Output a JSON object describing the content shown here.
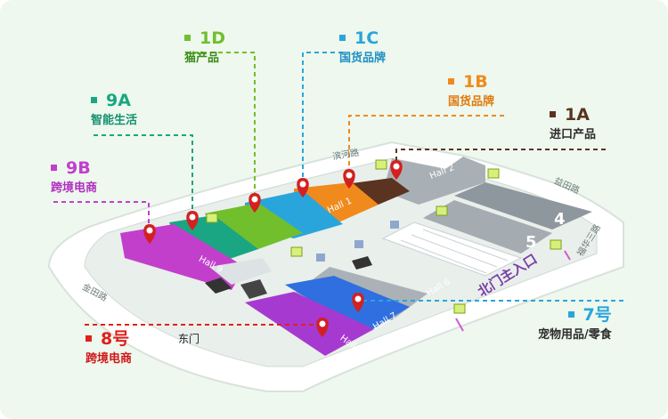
{
  "colors": {
    "green": "#71bf2c",
    "blue": "#2aa5dc",
    "orange": "#f08a1c",
    "brown": "#5a3420",
    "teal": "#1aa683",
    "magenta": "#c23fcc",
    "red": "#e0201b",
    "hall7_blue": "#2f6fe0",
    "road": "#e6ede8",
    "marker_red": "#d32020"
  },
  "zones": [
    {
      "code": "1D",
      "name": "猫产品",
      "color": "#71bf2c"
    },
    {
      "code": "1C",
      "name": "国货品牌",
      "color": "#2aa5dc"
    },
    {
      "code": "1B",
      "name": "国货品牌",
      "color": "#f08a1c"
    },
    {
      "code": "1A",
      "name": "进口产品",
      "color": "#5a3420"
    },
    {
      "code": "9A",
      "name": "智能生活",
      "color": "#1aa683"
    },
    {
      "code": "9B",
      "name": "跨境电商",
      "color": "#c23fcc"
    },
    {
      "code": "8号",
      "name": "跨境电商",
      "color": "#e0201b"
    },
    {
      "code": "7号",
      "name": "宠物用品/零食",
      "color": "#2aa5dc"
    }
  ],
  "halls": {
    "hall1": "Hall 1",
    "hall2": "Hall 2",
    "hall6": "Hall 6",
    "hall7": "Hall 7",
    "hall8": "Hall 8",
    "hall9": "Hall 9",
    "num4": "4",
    "num5": "5"
  },
  "roads": {
    "bintong": "滨河路",
    "yitian": "益田路",
    "fuhuasan": "福华三路",
    "jintian": "金田路"
  },
  "gates": {
    "east": "东门",
    "north_main": "北门主入口"
  },
  "icons": [
    "map-pin-icon",
    "entrance-icon",
    "arrow-icon"
  ]
}
